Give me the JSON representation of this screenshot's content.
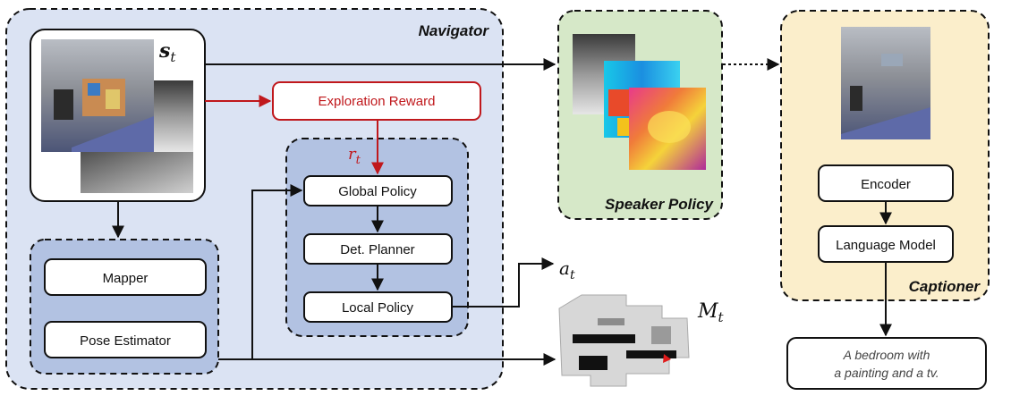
{
  "navigator": {
    "title": "Navigator",
    "state_symbol": "s",
    "state_subscript": "t",
    "exploration_reward_label": "Exploration Reward",
    "reward_symbol": "r",
    "reward_subscript": "t",
    "global_policy_label": "Global Policy",
    "planner_label": "Det. Planner",
    "local_policy_label": "Local Policy",
    "mapper_label": "Mapper",
    "pose_estimator_label": "Pose Estimator"
  },
  "outputs": {
    "action_symbol": "a",
    "action_subscript": "t",
    "map_symbol": "M",
    "map_subscript": "t"
  },
  "speaker": {
    "title": "Speaker Policy"
  },
  "captioner": {
    "title": "Captioner",
    "encoder_label": "Encoder",
    "language_model_label": "Language Model",
    "caption_line1": "A bedroom with",
    "caption_line2": "a painting and a tv."
  },
  "colors": {
    "navigator_bg": "#dbe3f3",
    "inner_module_bg": "#b2c2e2",
    "speaker_bg": "#d6e8c8",
    "captioner_bg": "#fbeecb",
    "reward_red": "#c0181c"
  }
}
